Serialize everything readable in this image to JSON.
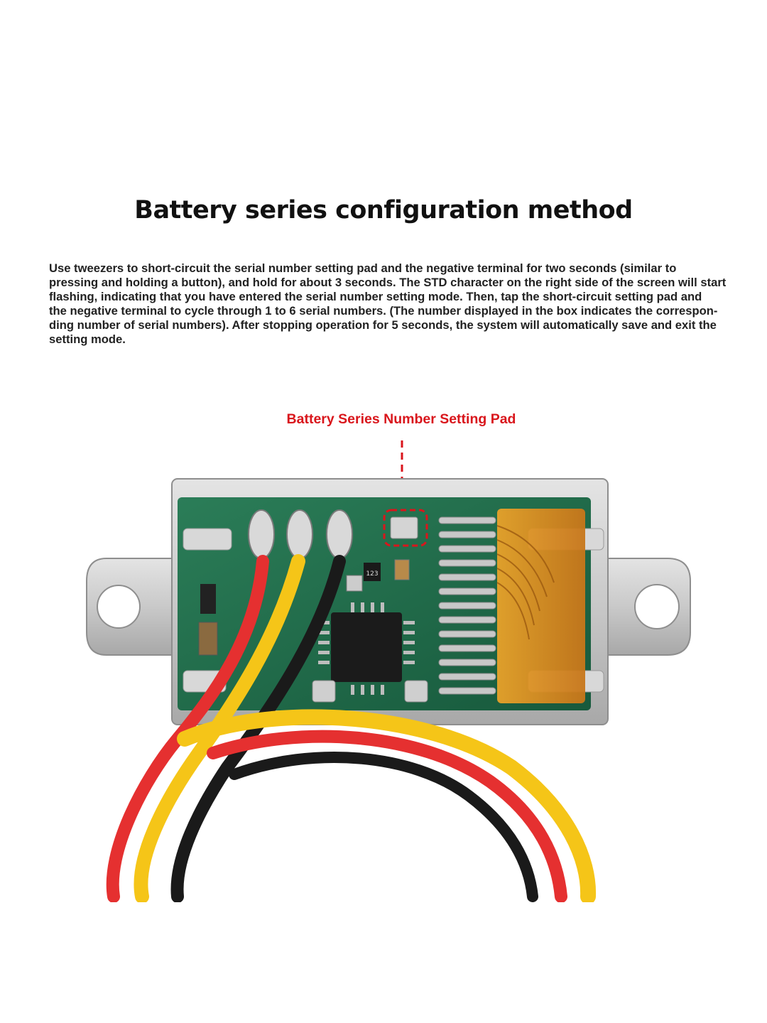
{
  "title": "Battery series configuration method",
  "description": [
    "Use tweezers to short-circuit the serial number setting pad and the negative terminal for two seconds (similar to",
    "pressing and holding a button), and hold for about 3 seconds. The STD character on the right side of the screen will start",
    "flashing, indicating that you have entered the serial number setting mode. Then, tap the short-circuit setting pad and",
    "the negative terminal to cycle through 1 to 6 serial numbers. (The number displayed in the box indicates the correspon-",
    "ding number of serial numbers). After stopping operation for 5 seconds, the system will automatically save and exit the",
    "setting mode."
  ],
  "annotation": {
    "label": "Battery Series Number Setting Pad",
    "color": "#d9161c"
  },
  "photo": {
    "component_marking": "123",
    "wire_colors": [
      "#e53030",
      "#f5c518",
      "#1a1a1a"
    ],
    "pcb_color": "#1f6b4a",
    "flex_cable_color": "#d98a1a"
  }
}
